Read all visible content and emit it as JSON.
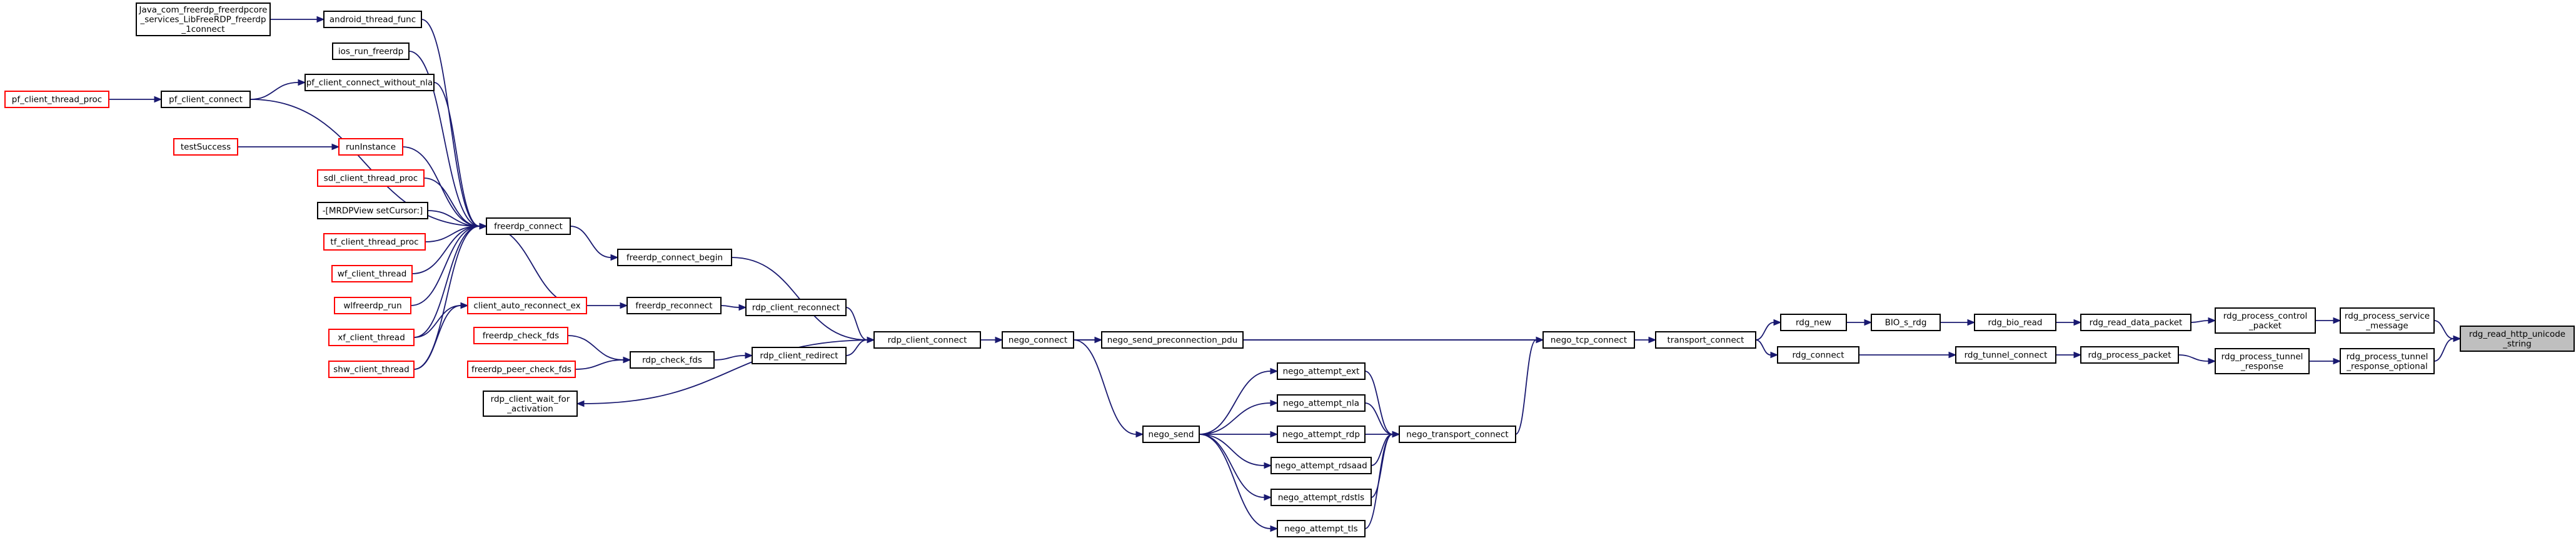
{
  "colors": {
    "edge": "#191970",
    "node_border": "#000000",
    "node_border_truncated": "#ff0000",
    "root_fill": "#bfbfbf",
    "node_fill": "#ffffff"
  },
  "nodes": [
    {
      "id": "root",
      "lines": [
        "rdg_read_http_unicode",
        "_string"
      ],
      "kind": "root"
    },
    {
      "id": "psm",
      "lines": [
        "rdg_process_service",
        "_message"
      ],
      "kind": "normal"
    },
    {
      "id": "ptro",
      "lines": [
        "rdg_process_tunnel",
        "_response_optional"
      ],
      "kind": "normal"
    },
    {
      "id": "pcp",
      "lines": [
        "rdg_process_control",
        "_packet"
      ],
      "kind": "normal"
    },
    {
      "id": "ptr",
      "lines": [
        "rdg_process_tunnel",
        "_response"
      ],
      "kind": "normal"
    },
    {
      "id": "rdp_pkt",
      "lines": [
        "rdg_read_data_packet"
      ],
      "kind": "normal"
    },
    {
      "id": "ppkt",
      "lines": [
        "rdg_process_packet"
      ],
      "kind": "normal"
    },
    {
      "id": "bioread",
      "lines": [
        "rdg_bio_read"
      ],
      "kind": "normal"
    },
    {
      "id": "tunconn",
      "lines": [
        "rdg_tunnel_connect"
      ],
      "kind": "normal"
    },
    {
      "id": "bios",
      "lines": [
        "BIO_s_rdg"
      ],
      "kind": "normal"
    },
    {
      "id": "rdgnew",
      "lines": [
        "rdg_new"
      ],
      "kind": "normal"
    },
    {
      "id": "rdgconn",
      "lines": [
        "rdg_connect"
      ],
      "kind": "normal"
    },
    {
      "id": "transport",
      "lines": [
        "transport_connect"
      ],
      "kind": "normal"
    },
    {
      "id": "tcp",
      "lines": [
        "nego_tcp_connect"
      ],
      "kind": "normal"
    },
    {
      "id": "ntc",
      "lines": [
        "nego_transport_connect"
      ],
      "kind": "normal"
    },
    {
      "id": "spdu",
      "lines": [
        "nego_send_preconnection_pdu"
      ],
      "kind": "normal"
    },
    {
      "id": "ext",
      "lines": [
        "nego_attempt_ext"
      ],
      "kind": "normal"
    },
    {
      "id": "nla",
      "lines": [
        "nego_attempt_nla"
      ],
      "kind": "normal"
    },
    {
      "id": "rdp",
      "lines": [
        "nego_attempt_rdp"
      ],
      "kind": "normal"
    },
    {
      "id": "rdsaad",
      "lines": [
        "nego_attempt_rdsaad"
      ],
      "kind": "normal"
    },
    {
      "id": "rdstls",
      "lines": [
        "nego_attempt_rdstls"
      ],
      "kind": "normal"
    },
    {
      "id": "tls",
      "lines": [
        "nego_attempt_tls"
      ],
      "kind": "normal"
    },
    {
      "id": "negosend",
      "lines": [
        "nego_send"
      ],
      "kind": "normal"
    },
    {
      "id": "negoconn",
      "lines": [
        "nego_connect"
      ],
      "kind": "normal"
    },
    {
      "id": "rdpcc",
      "lines": [
        "rdp_client_connect"
      ],
      "kind": "normal"
    },
    {
      "id": "fcb",
      "lines": [
        "freerdp_connect_begin"
      ],
      "kind": "normal"
    },
    {
      "id": "rdpcr",
      "lines": [
        "rdp_client_reconnect"
      ],
      "kind": "normal"
    },
    {
      "id": "rdpredir",
      "lines": [
        "rdp_client_redirect"
      ],
      "kind": "normal"
    },
    {
      "id": "waitact",
      "lines": [
        "rdp_client_wait_for",
        "_activation"
      ],
      "kind": "normal"
    },
    {
      "id": "fconnect",
      "lines": [
        "freerdp_connect"
      ],
      "kind": "normal"
    },
    {
      "id": "freconn",
      "lines": [
        "freerdp_reconnect"
      ],
      "kind": "normal"
    },
    {
      "id": "checkfds",
      "lines": [
        "rdp_check_fds"
      ],
      "kind": "normal"
    },
    {
      "id": "fcheckfds",
      "lines": [
        "freerdp_check_fds"
      ],
      "kind": "truncated"
    },
    {
      "id": "fpeer",
      "lines": [
        "freerdp_peer_check_fds"
      ],
      "kind": "truncated"
    },
    {
      "id": "care",
      "lines": [
        "client_auto_reconnect_ex"
      ],
      "kind": "truncated"
    },
    {
      "id": "android",
      "lines": [
        "android_thread_func"
      ],
      "kind": "normal"
    },
    {
      "id": "java",
      "lines": [
        "Java_com_freerdp_freerdpcore",
        "_services_LibFreeRDP_freerdp",
        "_1connect"
      ],
      "kind": "normal"
    },
    {
      "id": "ios",
      "lines": [
        "ios_run_freerdp"
      ],
      "kind": "normal"
    },
    {
      "id": "pfnla",
      "lines": [
        "pf_client_connect_without_nla"
      ],
      "kind": "normal"
    },
    {
      "id": "pfconn",
      "lines": [
        "pf_client_connect"
      ],
      "kind": "normal"
    },
    {
      "id": "pfthread",
      "lines": [
        "pf_client_thread_proc"
      ],
      "kind": "truncated"
    },
    {
      "id": "runinst",
      "lines": [
        "runInstance"
      ],
      "kind": "truncated"
    },
    {
      "id": "testsucc",
      "lines": [
        "testSuccess"
      ],
      "kind": "truncated"
    },
    {
      "id": "sdl",
      "lines": [
        "sdl_client_thread_proc"
      ],
      "kind": "truncated"
    },
    {
      "id": "mrdp",
      "lines": [
        "-[MRDPView setCursor:]"
      ],
      "kind": "normal"
    },
    {
      "id": "tf",
      "lines": [
        "tf_client_thread_proc"
      ],
      "kind": "truncated"
    },
    {
      "id": "wf",
      "lines": [
        "wf_client_thread"
      ],
      "kind": "truncated"
    },
    {
      "id": "wlf",
      "lines": [
        "wlfreerdp_run"
      ],
      "kind": "truncated"
    },
    {
      "id": "xf",
      "lines": [
        "xf_client_thread"
      ],
      "kind": "truncated"
    },
    {
      "id": "shw",
      "lines": [
        "shw_client_thread"
      ],
      "kind": "truncated"
    }
  ],
  "edges": [
    [
      "psm",
      "root"
    ],
    [
      "ptro",
      "root"
    ],
    [
      "pcp",
      "psm"
    ],
    [
      "ptr",
      "ptro"
    ],
    [
      "rdp_pkt",
      "pcp"
    ],
    [
      "ppkt",
      "ptr"
    ],
    [
      "bioread",
      "rdp_pkt"
    ],
    [
      "tunconn",
      "ppkt"
    ],
    [
      "bios",
      "bioread"
    ],
    [
      "rdgconn",
      "tunconn"
    ],
    [
      "rdgnew",
      "bios"
    ],
    [
      "transport",
      "rdgnew"
    ],
    [
      "transport",
      "rdgconn"
    ],
    [
      "tcp",
      "transport"
    ],
    [
      "ntc",
      "tcp"
    ],
    [
      "spdu",
      "tcp"
    ],
    [
      "negoconn",
      "tcp"
    ],
    [
      "ext",
      "ntc"
    ],
    [
      "nla",
      "ntc"
    ],
    [
      "rdp",
      "ntc"
    ],
    [
      "rdsaad",
      "ntc"
    ],
    [
      "rdstls",
      "ntc"
    ],
    [
      "tls",
      "ntc"
    ],
    [
      "negosend",
      "ext"
    ],
    [
      "negosend",
      "nla"
    ],
    [
      "negosend",
      "rdp"
    ],
    [
      "negosend",
      "rdsaad"
    ],
    [
      "negosend",
      "rdstls"
    ],
    [
      "negosend",
      "tls"
    ],
    [
      "negoconn",
      "negosend"
    ],
    [
      "negoconn",
      "spdu"
    ],
    [
      "rdpcc",
      "negoconn"
    ],
    [
      "fcb",
      "rdpcc"
    ],
    [
      "rdpcr",
      "rdpcc"
    ],
    [
      "rdpredir",
      "rdpcc"
    ],
    [
      "rdpcc",
      "waitact"
    ],
    [
      "fconnect",
      "fcb"
    ],
    [
      "freconn",
      "rdpcr"
    ],
    [
      "checkfds",
      "rdpredir"
    ],
    [
      "fcheckfds",
      "checkfds"
    ],
    [
      "fpeer",
      "checkfds"
    ],
    [
      "care",
      "freconn"
    ],
    [
      "fconnect",
      "care"
    ],
    [
      "android",
      "fconnect"
    ],
    [
      "java",
      "android"
    ],
    [
      "ios",
      "fconnect"
    ],
    [
      "pfnla",
      "fconnect"
    ],
    [
      "pfconn",
      "fconnect"
    ],
    [
      "pfconn",
      "pfnla"
    ],
    [
      "pfthread",
      "pfconn"
    ],
    [
      "runinst",
      "fconnect"
    ],
    [
      "testsucc",
      "runinst"
    ],
    [
      "sdl",
      "fconnect"
    ],
    [
      "mrdp",
      "fconnect"
    ],
    [
      "tf",
      "fconnect"
    ],
    [
      "wf",
      "fconnect"
    ],
    [
      "wlf",
      "fconnect"
    ],
    [
      "xf",
      "fconnect"
    ],
    [
      "shw",
      "fconnect"
    ],
    [
      "xf",
      "care"
    ],
    [
      "shw",
      "care"
    ]
  ]
}
